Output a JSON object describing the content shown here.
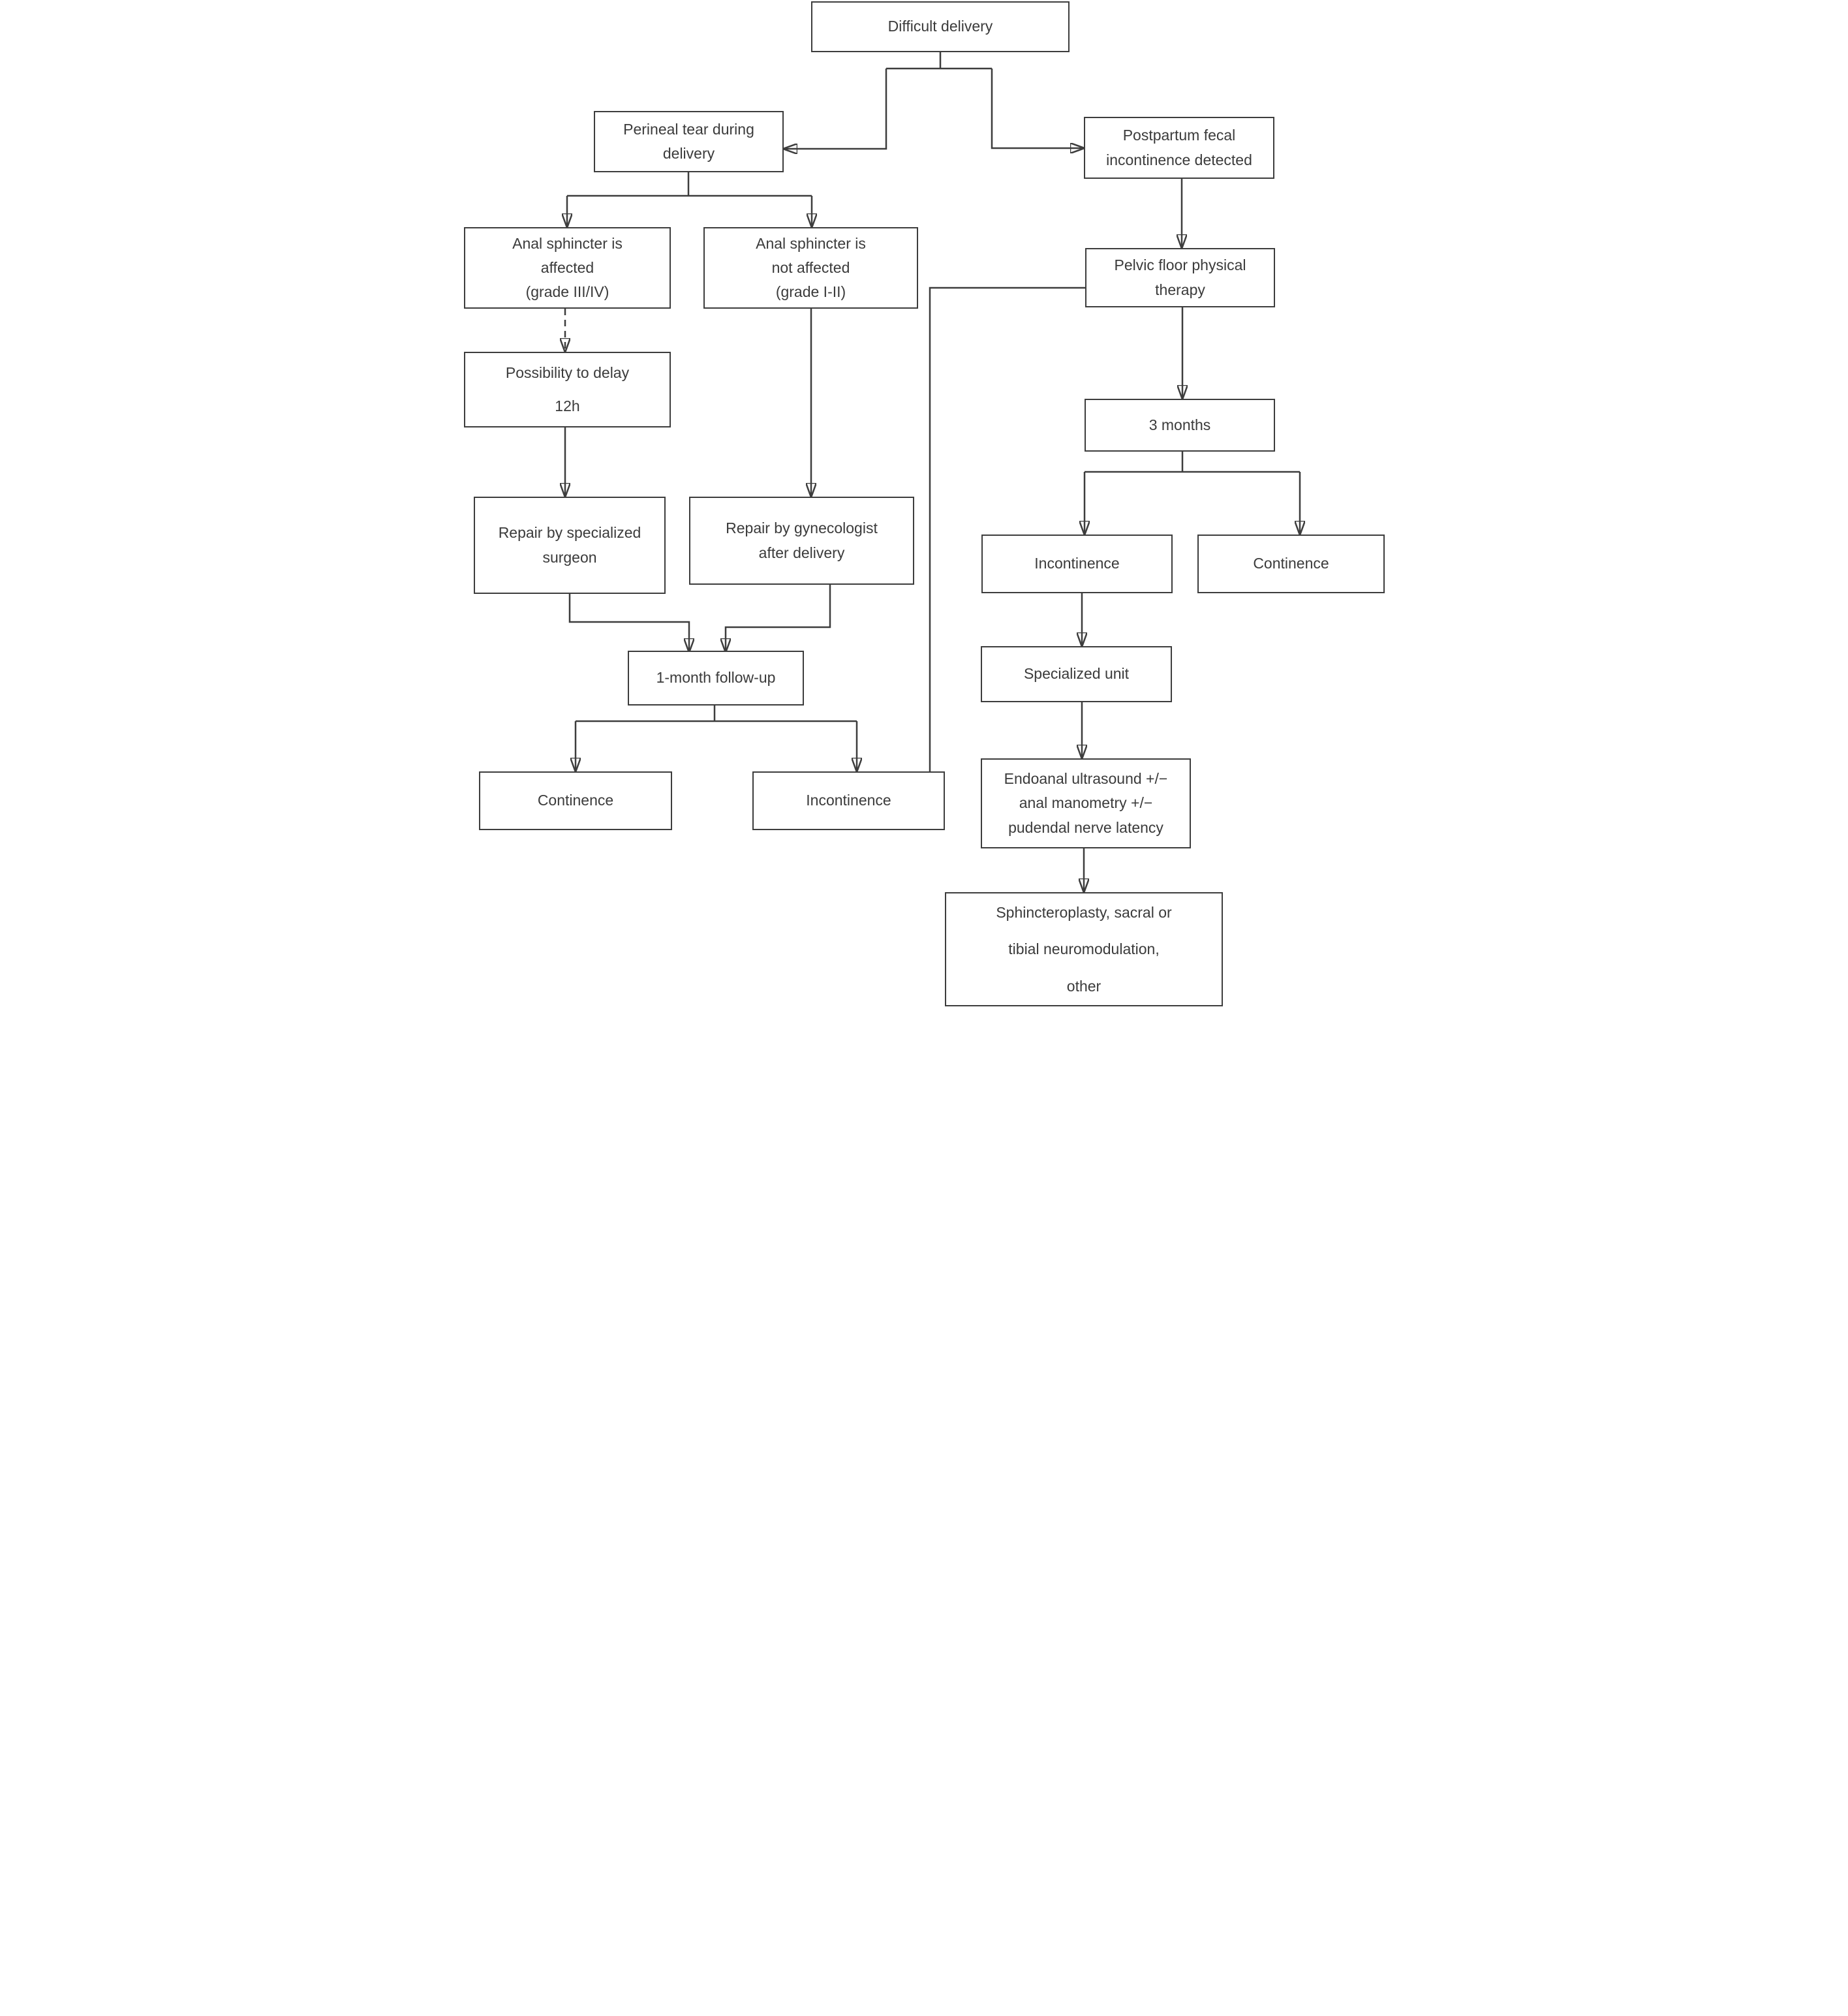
{
  "figure_type": "flowchart",
  "styles": {
    "line_color": "#3d3d3d",
    "text_color": "#3b3b3b",
    "background": "#ffffff"
  },
  "nodes": {
    "difficult_delivery": {
      "label": "Difficult delivery"
    },
    "perineal_tear": {
      "label": [
        "Perineal tear during",
        "delivery"
      ]
    },
    "postpartum_incontinence": {
      "label": [
        "Postpartum fecal",
        "incontinence detected"
      ]
    },
    "sphincter_affected": {
      "label": [
        "Anal sphincter is",
        "affected",
        "(grade III/IV)"
      ]
    },
    "sphincter_not_affected": {
      "label": [
        "Anal sphincter is",
        "not affected",
        "(grade I-II)"
      ]
    },
    "pelvic_floor_therapy": {
      "label": [
        "Pelvic floor physical",
        "therapy"
      ]
    },
    "possibility_delay": {
      "label": [
        "Possibility to delay",
        "12h"
      ]
    },
    "three_months": {
      "label": "3 months"
    },
    "repair_surgeon": {
      "label": [
        "Repair by specialized",
        "surgeon"
      ]
    },
    "repair_gynecologist": {
      "label": [
        "Repair by gynecologist",
        "after delivery"
      ]
    },
    "incontinence_after_therapy": {
      "label": "Incontinence"
    },
    "continence_after_therapy": {
      "label": "Continence"
    },
    "one_month_followup": {
      "label": "1-month follow-up"
    },
    "specialized_unit": {
      "label": "Specialized unit"
    },
    "endoanal_tests": {
      "label": [
        "Endoanal ultrasound +/−",
        "anal manometry +/−",
        "pudendal nerve latency"
      ]
    },
    "continence_after_repair": {
      "label": "Continence"
    },
    "incontinence_after_repair": {
      "label": "Incontinence"
    },
    "surgery_options": {
      "label": [
        "Sphincteroplasty, sacral or",
        "tibial neuromodulation,",
        "other"
      ]
    }
  },
  "edges": [
    {
      "from": "difficult_delivery",
      "to": "perineal_tear",
      "style": "solid"
    },
    {
      "from": "difficult_delivery",
      "to": "postpartum_incontinence",
      "style": "solid"
    },
    {
      "from": "perineal_tear",
      "to": "sphincter_affected",
      "style": "solid"
    },
    {
      "from": "perineal_tear",
      "to": "sphincter_not_affected",
      "style": "solid"
    },
    {
      "from": "sphincter_affected",
      "to": "possibility_delay",
      "style": "dashed"
    },
    {
      "from": "possibility_delay",
      "to": "repair_surgeon",
      "style": "solid"
    },
    {
      "from": "sphincter_not_affected",
      "to": "repair_gynecologist",
      "style": "solid"
    },
    {
      "from": "repair_surgeon",
      "to": "one_month_followup",
      "style": "solid"
    },
    {
      "from": "repair_gynecologist",
      "to": "one_month_followup",
      "style": "solid"
    },
    {
      "from": "one_month_followup",
      "to": "continence_after_repair",
      "style": "solid"
    },
    {
      "from": "one_month_followup",
      "to": "incontinence_after_repair",
      "style": "solid"
    },
    {
      "from": "incontinence_after_repair",
      "to": "pelvic_floor_therapy",
      "style": "solid"
    },
    {
      "from": "postpartum_incontinence",
      "to": "pelvic_floor_therapy",
      "style": "solid"
    },
    {
      "from": "pelvic_floor_therapy",
      "to": "three_months",
      "style": "solid"
    },
    {
      "from": "three_months",
      "to": "incontinence_after_therapy",
      "style": "solid"
    },
    {
      "from": "three_months",
      "to": "continence_after_therapy",
      "style": "solid"
    },
    {
      "from": "incontinence_after_therapy",
      "to": "specialized_unit",
      "style": "solid"
    },
    {
      "from": "specialized_unit",
      "to": "endoanal_tests",
      "style": "solid"
    },
    {
      "from": "endoanal_tests",
      "to": "surgery_options",
      "style": "solid"
    }
  ]
}
